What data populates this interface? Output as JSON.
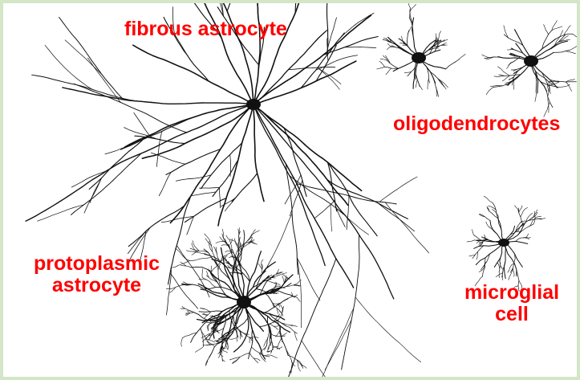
{
  "labels": {
    "fibrous_astrocyte": "fibrous astrocyte",
    "oligodendrocytes": "oligodendrocytes",
    "protoplasmic_astrocyte": "protoplasmic\nastrocyte",
    "microglial_cell": "microglial\ncell"
  },
  "colors": {
    "label": "#ff0000",
    "cell": "#111111",
    "background": "#ffffff",
    "frame": "#d3e6c6"
  }
}
